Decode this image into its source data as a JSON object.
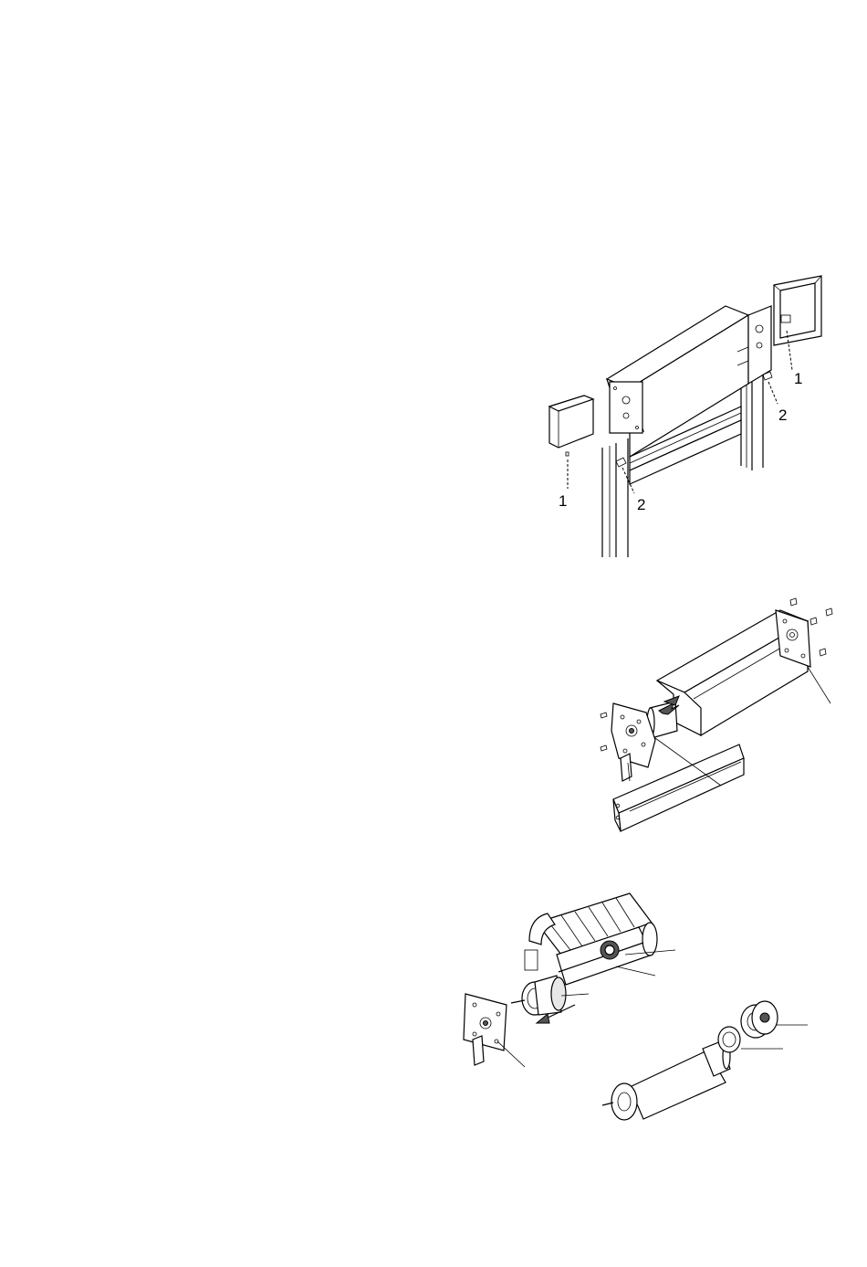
{
  "figure1": {
    "callouts": {
      "cap_right": "1",
      "screw_right": "2",
      "cap_left": "1",
      "screw_left": "2"
    }
  },
  "figure2": {
    "callouts": {}
  },
  "figure3": {
    "callouts": {}
  }
}
